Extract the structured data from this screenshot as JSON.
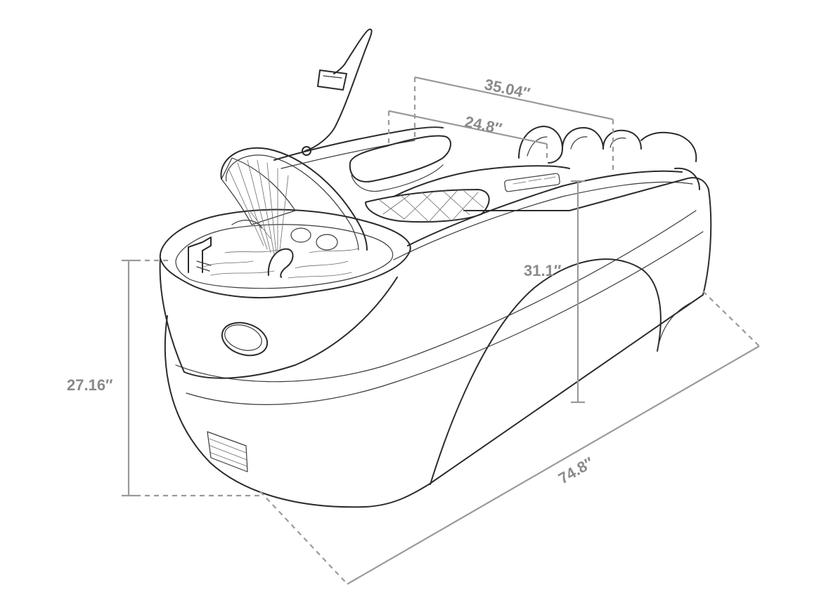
{
  "figure": {
    "subject": "shampoo-bed-line-drawing",
    "colors": {
      "ink": "#2b2b2b",
      "dimension": "#9a9a9a",
      "dimension_text": "#8a8a8a",
      "background": "#ffffff"
    }
  },
  "dimensions": {
    "overall_length": "74.8″",
    "base_height": "27.16″",
    "total_height": "31.1″",
    "bed_width": "35.04″",
    "seat_width": "24.8″"
  }
}
